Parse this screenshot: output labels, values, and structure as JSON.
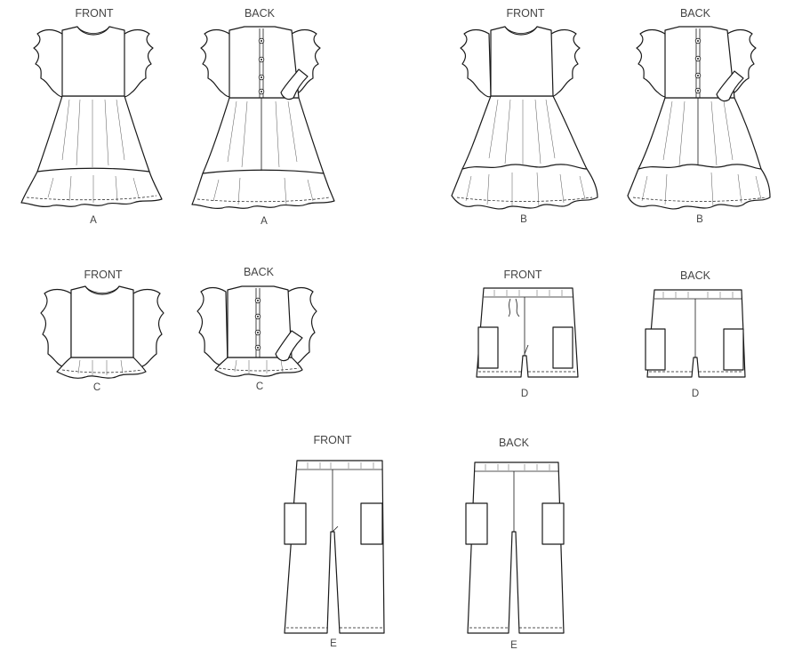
{
  "views": {
    "a_front": {
      "header": "FRONT",
      "code": "A"
    },
    "a_back": {
      "header": "BACK",
      "code": "A"
    },
    "b_front": {
      "header": "FRONT",
      "code": "B"
    },
    "b_back": {
      "header": "BACK",
      "code": "B"
    },
    "c_front": {
      "header": "FRONT",
      "code": "C"
    },
    "c_back": {
      "header": "BACK",
      "code": "C"
    },
    "d_front": {
      "header": "FRONT",
      "code": "D"
    },
    "d_back": {
      "header": "BACK",
      "code": "D"
    },
    "e_front": {
      "header": "FRONT",
      "code": "E"
    },
    "e_back": {
      "header": "BACK",
      "code": "E"
    }
  },
  "colors": {
    "line": "#1a1a1a",
    "label": "#444444",
    "paper": "#ffffff"
  }
}
